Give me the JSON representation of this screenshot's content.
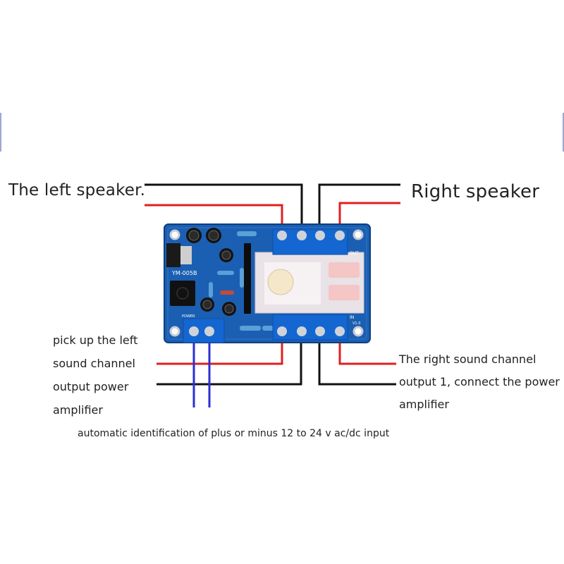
{
  "labels": {
    "left_speaker": "The left speaker.",
    "right_speaker": "Right speaker",
    "left_channel": [
      "pick up the left",
      "sound channel",
      "output power",
      "amplifier"
    ],
    "right_channel": [
      "The right sound channel",
      "output 1, connect the power",
      "amplifier"
    ],
    "power_input": "automatic identification of plus or minus 12 to 24 v ac/dc input"
  },
  "board": {
    "model_label": "YM-005B",
    "out_label": "OUT",
    "in_label": "IN",
    "power_label": "POWER",
    "version_label": "V1.0"
  },
  "colors": {
    "board": "#1b5fb2",
    "terminal": "#1466d1",
    "wire_positive": "#e02020",
    "wire_negative": "#111111",
    "wire_power": "#2b2fd6",
    "relay_shell": "#e9e2e7"
  }
}
